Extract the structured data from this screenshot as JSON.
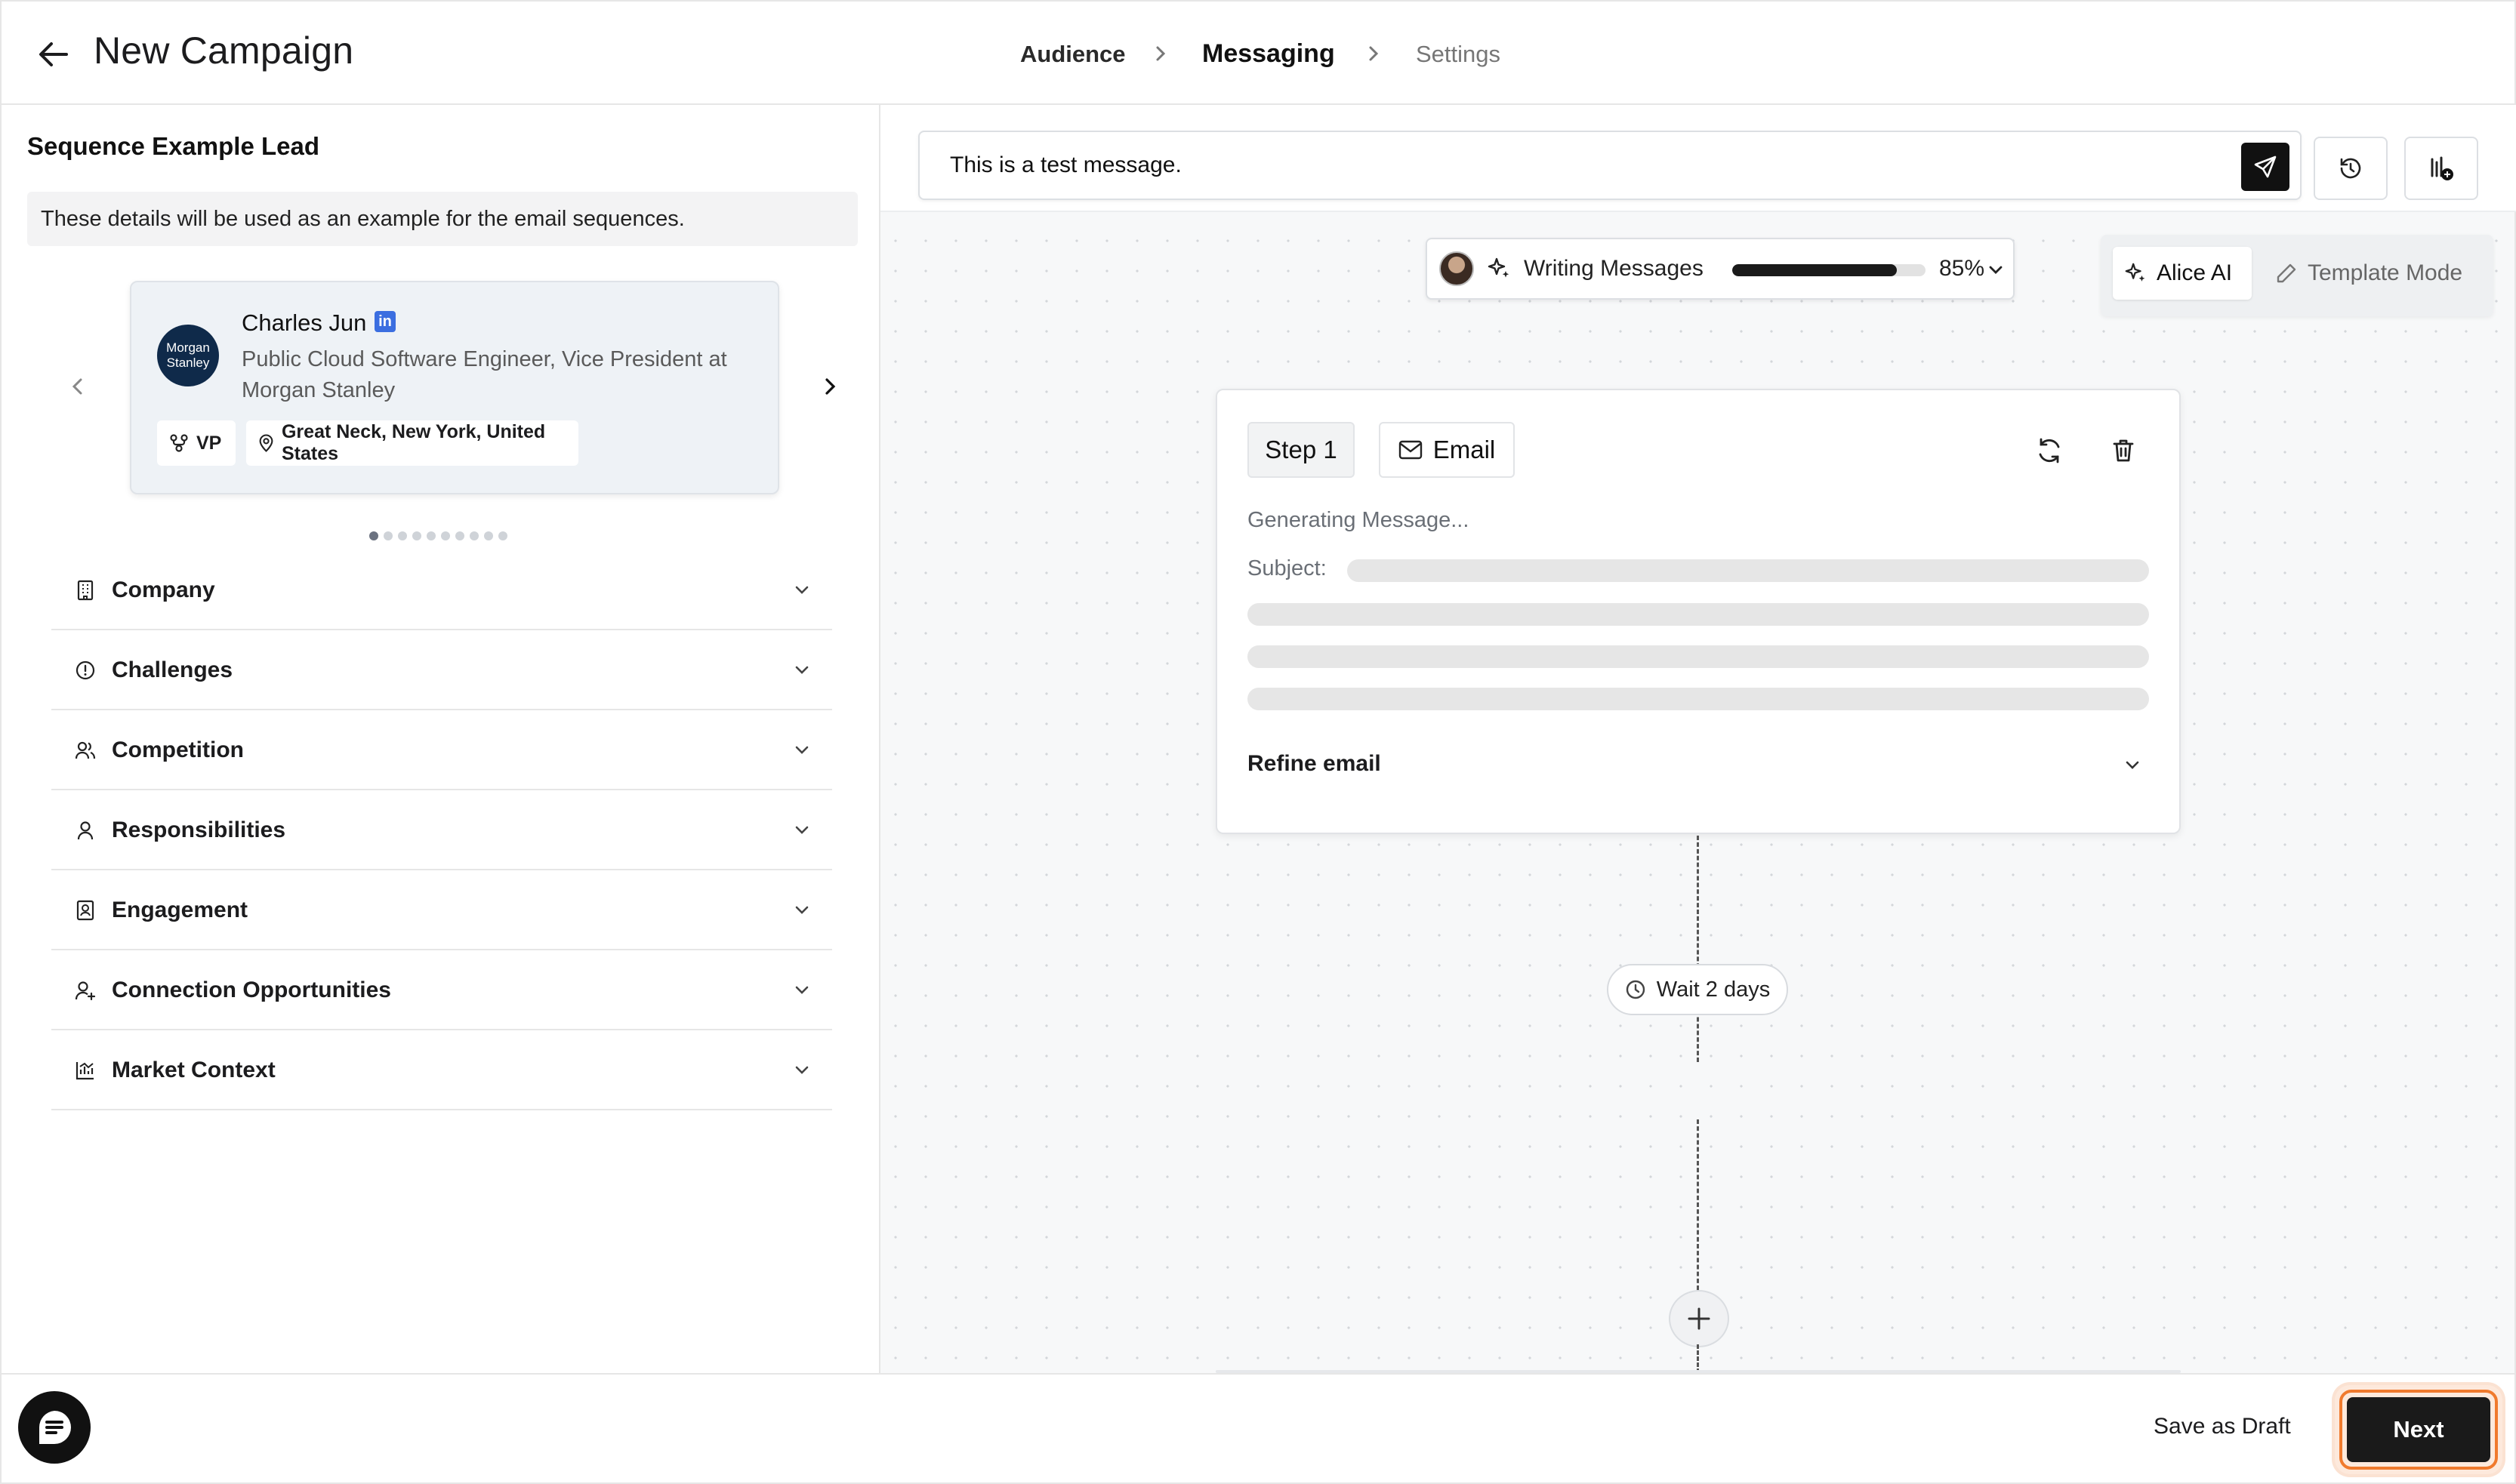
{
  "header": {
    "title": "New Campaign",
    "breadcrumbs": [
      {
        "label": "Audience",
        "state": "done"
      },
      {
        "label": "Messaging",
        "state": "current"
      },
      {
        "label": "Settings",
        "state": "upcoming"
      }
    ]
  },
  "left": {
    "heading": "Sequence Example Lead",
    "note": "These details will be used as an example for the email sequences.",
    "lead": {
      "company_logo_text": "Morgan Stanley",
      "name": "Charles Jun",
      "linkedin_label": "in",
      "title": "Public Cloud Software Engineer, Vice President at Morgan Stanley",
      "level": "VP",
      "location": "Great Neck, New York, United States"
    },
    "carousel": {
      "total": 10,
      "active": 0
    },
    "sections": [
      {
        "label": "Company",
        "icon": "building-icon"
      },
      {
        "label": "Challenges",
        "icon": "alert-circle-icon"
      },
      {
        "label": "Competition",
        "icon": "users-icon"
      },
      {
        "label": "Responsibilities",
        "icon": "user-icon"
      },
      {
        "label": "Engagement",
        "icon": "badge-icon"
      },
      {
        "label": "Connection Opportunities",
        "icon": "user-plus-icon"
      },
      {
        "label": "Market Context",
        "icon": "chart-icon"
      }
    ]
  },
  "composer": {
    "value": "This is a test message.",
    "placeholder": ""
  },
  "progress": {
    "label": "Writing Messages",
    "percent_text": "85%",
    "value": 0.85
  },
  "modes": {
    "alice": "Alice AI",
    "template": "Template Mode",
    "active": "alice"
  },
  "step": {
    "step_label": "Step 1",
    "channel_label": "Email",
    "status": "Generating Message...",
    "subject_label": "Subject:",
    "refine_label": "Refine email"
  },
  "wait": {
    "label": "Wait 2 days"
  },
  "footer": {
    "save_draft": "Save as Draft",
    "next": "Next"
  },
  "colors": {
    "accent_focus": "#f07a2d",
    "primary_button": "#1a1a1a",
    "linkedin": "#3b6ee0"
  }
}
